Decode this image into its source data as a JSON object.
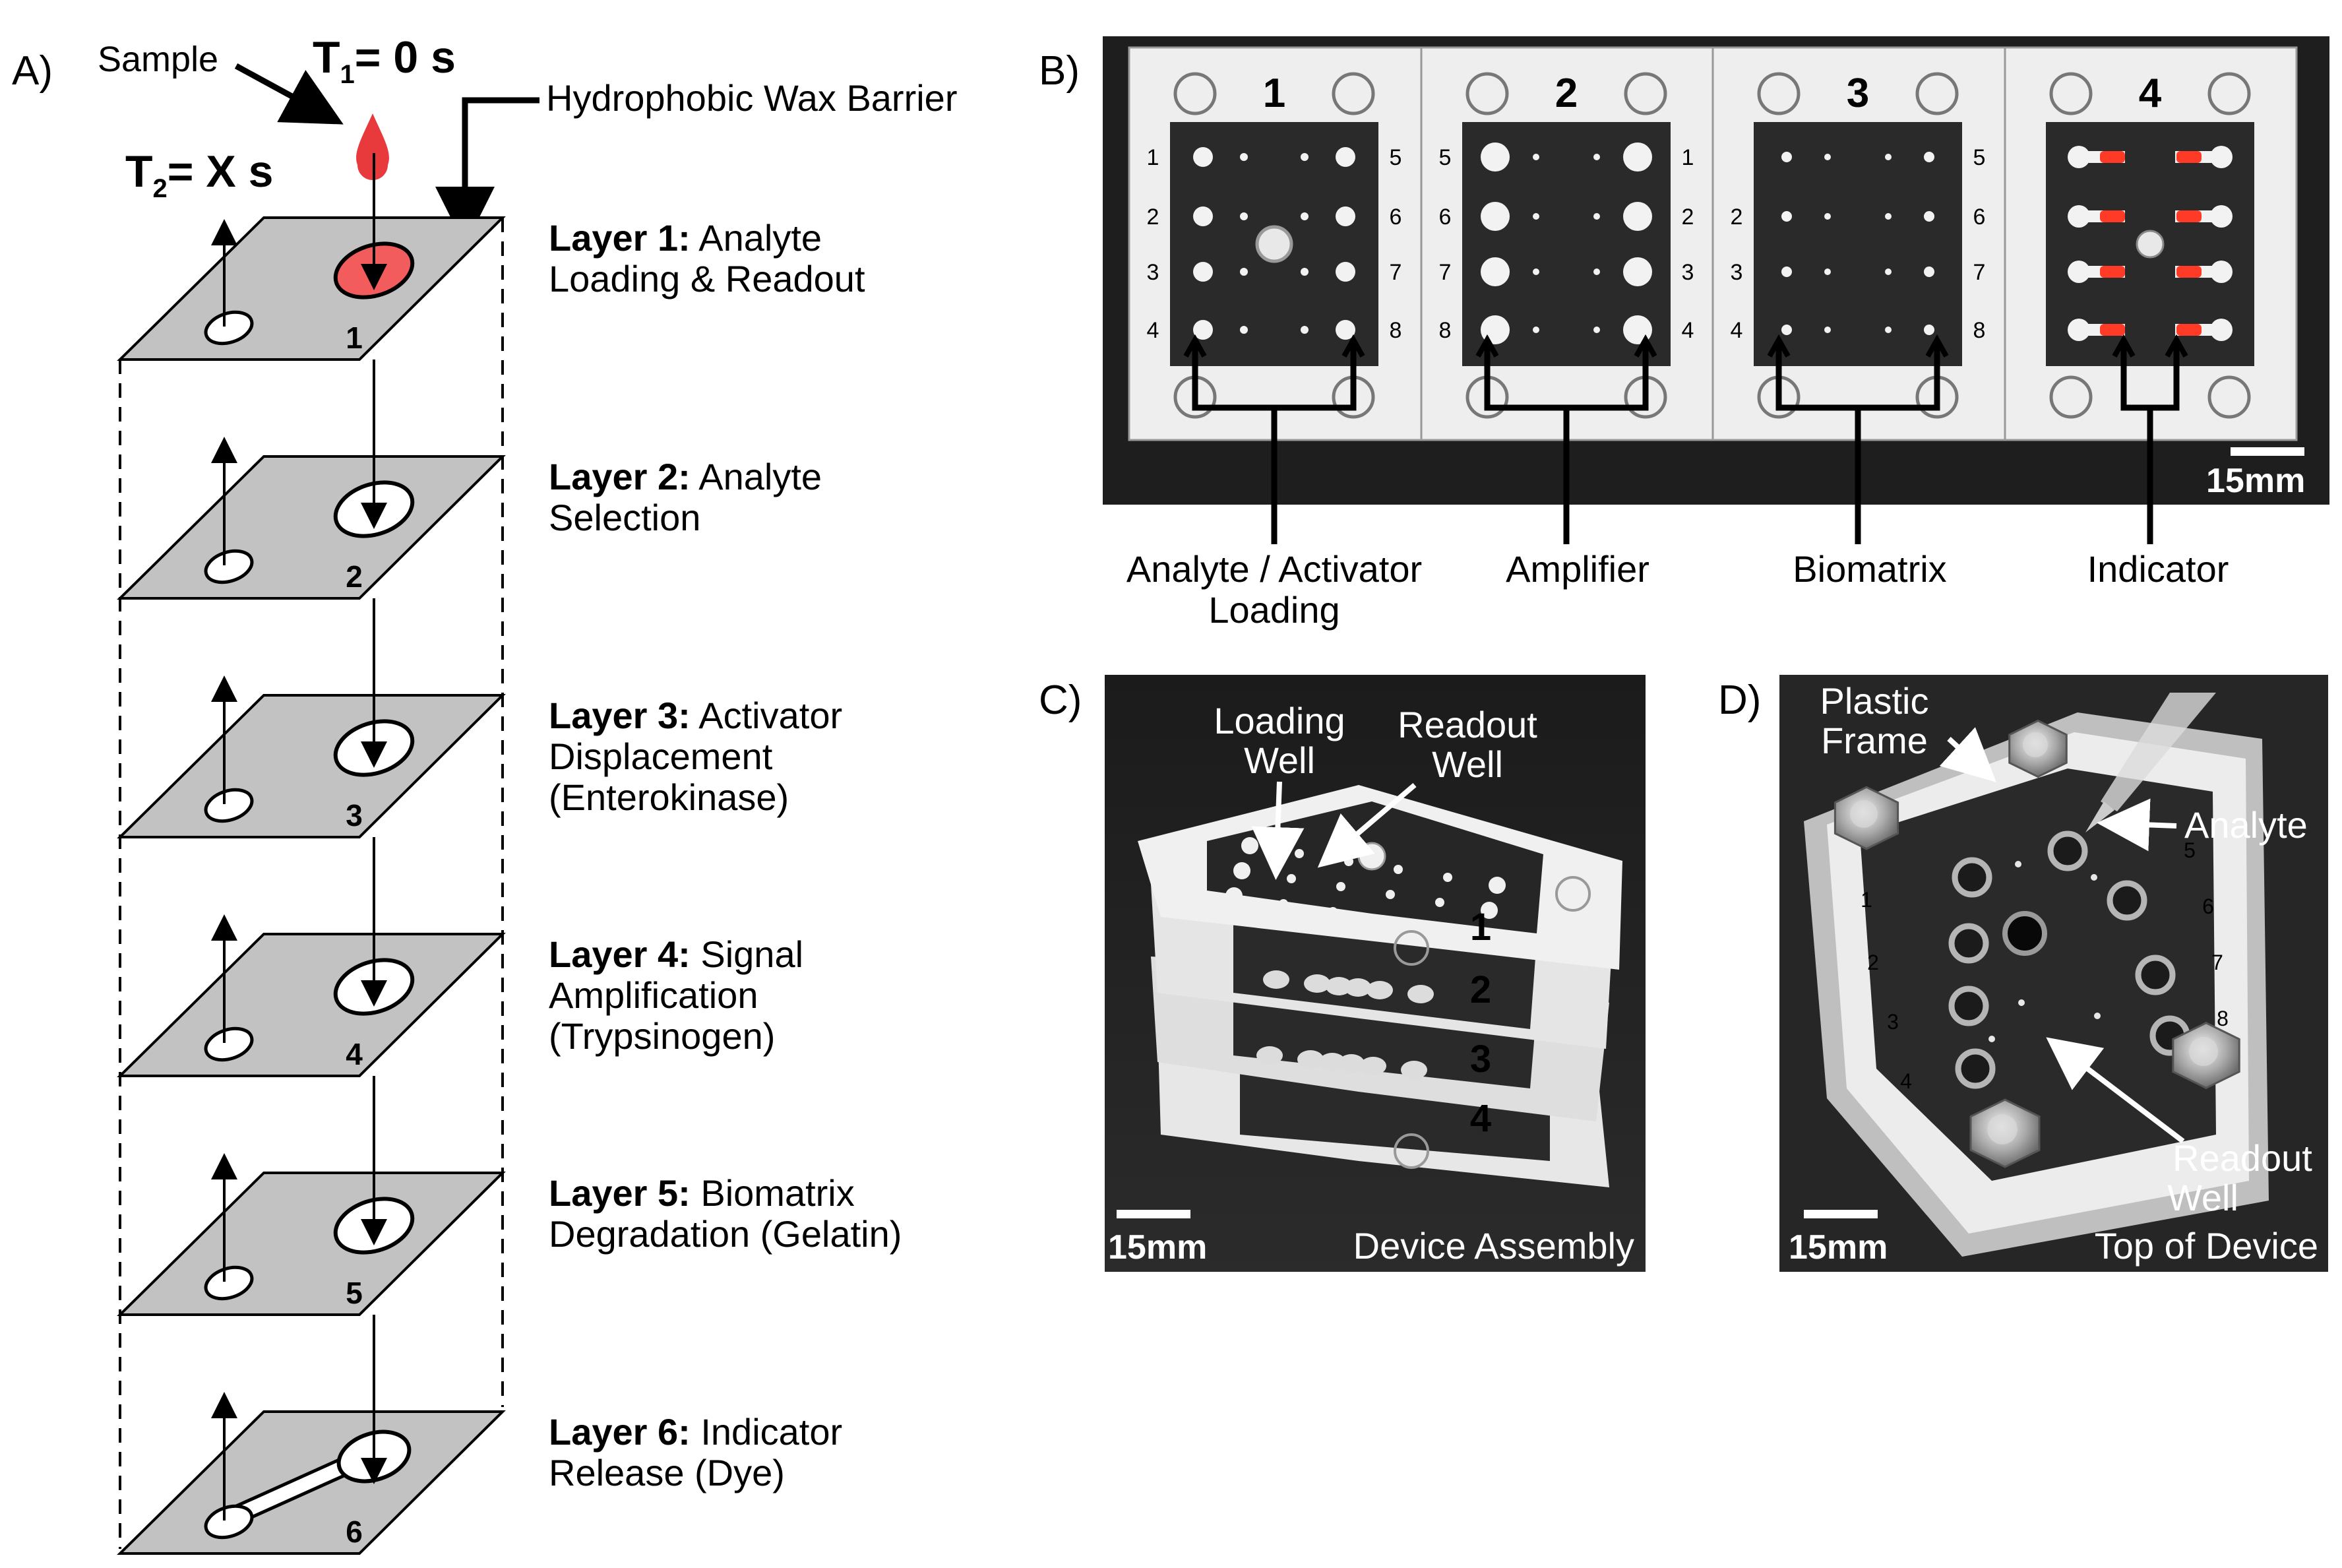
{
  "panels": {
    "a": "A)",
    "b": "B)",
    "c": "C)",
    "d": "D)"
  },
  "panel_a": {
    "sample_label": "Sample",
    "t1_label": "T",
    "t1_sub": "1",
    "t1_value": "= 0 s",
    "t2_label": "T",
    "t2_sub": "2",
    "t2_value": "= X s",
    "wax_label": "Hydrophobic Wax Barrier",
    "colors": {
      "sample_red": "#e8393c",
      "well_red": "#f25c5c",
      "layer_gray": "#c2c2c2"
    },
    "layers": [
      {
        "num": "1",
        "bold": "Layer 1:",
        "rest": "Analyte",
        "line2": "Loading & Readout",
        "line3": ""
      },
      {
        "num": "2",
        "bold": "Layer 2:",
        "rest": "Analyte",
        "line2": "Selection",
        "line3": ""
      },
      {
        "num": "3",
        "bold": "Layer 3:",
        "rest": "Activator",
        "line2": "Displacement",
        "line3": "(Enterokinase)"
      },
      {
        "num": "4",
        "bold": "Layer 4:",
        "rest": "Signal",
        "line2": "Amplification",
        "line3": "(Trypsinogen)"
      },
      {
        "num": "5",
        "bold": "Layer 5:",
        "rest": "Biomatrix",
        "line2": "Degradation (Gelatin)",
        "line3": ""
      },
      {
        "num": "6",
        "bold": "Layer 6:",
        "rest": "Indicator",
        "line2": "Release (Dye)",
        "line3": ""
      }
    ]
  },
  "panel_b": {
    "sections": [
      {
        "num": "1",
        "left_nums": [
          "1",
          "2",
          "3",
          "4"
        ],
        "right_nums": [
          "5",
          "6",
          "7",
          "8"
        ]
      },
      {
        "num": "2",
        "left_nums": [
          "5",
          "6",
          "7",
          "8"
        ],
        "right_nums": [
          "1",
          "2",
          "3",
          "4"
        ]
      },
      {
        "num": "3",
        "left_nums": [
          "2",
          "3",
          "4"
        ],
        "right_nums": [
          "5",
          "6",
          "7",
          "8"
        ]
      },
      {
        "num": "4",
        "left_nums": [],
        "right_nums": []
      }
    ],
    "scale_label": "15mm",
    "bottom_labels": [
      {
        "line1": "Analyte / Activator",
        "line2": "Loading"
      },
      {
        "line1": "Amplifier",
        "line2": ""
      },
      {
        "line1": "Biomatrix",
        "line2": ""
      },
      {
        "line1": "Indicator",
        "line2": ""
      }
    ]
  },
  "panel_c": {
    "loading_l1": "Loading",
    "loading_l2": "Well",
    "readout_l1": "Readout",
    "readout_l2": "Well",
    "layer_nums": [
      "1",
      "2",
      "3",
      "4"
    ],
    "scale_label": "15mm",
    "caption": "Device Assembly"
  },
  "panel_d": {
    "frame_l1": "Plastic",
    "frame_l2": "Frame",
    "analyte_label": "Analyte",
    "readout_l1": "Readout",
    "readout_l2": "Well",
    "caption": "Top of Device",
    "scale_label": "15mm",
    "well_nums": [
      "1",
      "2",
      "3",
      "4",
      "5",
      "6",
      "7",
      "8"
    ]
  }
}
